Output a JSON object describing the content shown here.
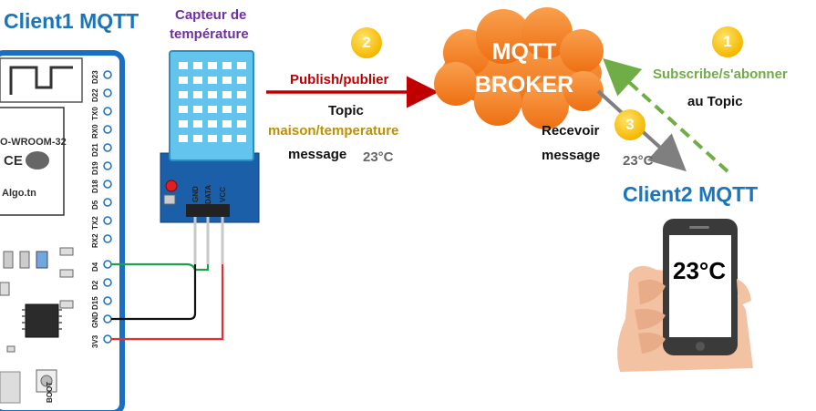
{
  "client1": {
    "title": "Client1 MQTT"
  },
  "sensor": {
    "label_line1": "Capteur de",
    "label_line2": "température",
    "pins": [
      "GND",
      "DATA",
      "VCC"
    ]
  },
  "esp32": {
    "module_text": "O-WROOM-32",
    "brand_text": "Algo.tn",
    "ce_mark": "CE",
    "pins": [
      "D23",
      "D22",
      "TX0",
      "RX0",
      "D21",
      "D19",
      "D18",
      "D5",
      "TX2",
      "RX2",
      "D4",
      "D2",
      "D15",
      "GND",
      "3V3"
    ],
    "boot_label": "BOOT"
  },
  "step2": {
    "badge": "2",
    "action": "Publish/publier",
    "topic_label": "Topic",
    "topic_name": "maison/temperature",
    "message_label": "message",
    "value": "23°C"
  },
  "broker": {
    "line1": "MQTT",
    "line2": "BROKER",
    "color": "#f47b20"
  },
  "step1": {
    "badge": "1",
    "action": "Subscribe/s'abonner",
    "target": "au Topic"
  },
  "step3": {
    "badge": "3",
    "line1": "Recevoir",
    "line2": "message",
    "value": "23°C"
  },
  "client2": {
    "title": "Client2 MQTT",
    "phone_value": "23°C"
  },
  "colors": {
    "publish_arrow": "#c00000",
    "subscribe_arrow": "#70ad47",
    "receive_arrow": "#7f7f7f",
    "title_blue": "#1a75bb"
  }
}
